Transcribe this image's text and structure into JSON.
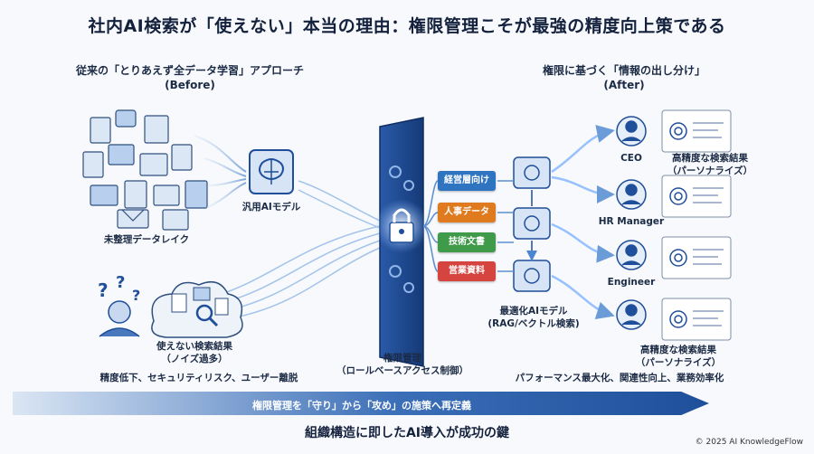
{
  "title": "社内AI検索が「使えない」本当の理由：権限管理こそが最強の精度向上策である",
  "before": {
    "heading_line1": "従来の「とりあえず全データ学習」アプローチ",
    "heading_line2": "(Before)",
    "lake_label": "未整理データレイク",
    "model_label": "汎用AIモデル",
    "result_line1": "使えない検索結果",
    "result_line2": "（ノイズ過多）",
    "issues": "精度低下、セキュリティリスク、ユーザー離脱"
  },
  "gate": {
    "label_line1": "権限管理",
    "label_line2": "（ロールベースアクセス制御）"
  },
  "categories": [
    {
      "label": "経営層向け",
      "color": "#2f74c0"
    },
    {
      "label": "人事データ",
      "color": "#e07a1f"
    },
    {
      "label": "技術文書",
      "color": "#3f9a4a"
    },
    {
      "label": "営業資料",
      "color": "#d6443f"
    }
  ],
  "optimized": {
    "line1": "最適化AIモデル",
    "line2": "(RAG/ベクトル検索)"
  },
  "after": {
    "heading_line1": "権限に基づく「情報の出し分け」",
    "heading_line2": "(After)",
    "roles": [
      "CEO",
      "HR Manager",
      "Engineer",
      ""
    ],
    "result_top_line1": "高精度な検索結果",
    "result_top_line2": "（パーソナライズ）",
    "result_bottom_line1": "高精度な検索結果",
    "result_bottom_line2": "（パーソナライズ）",
    "benefits": "パフォーマンス最大化、関連性向上、業務効率化"
  },
  "banner": "権限管理を「守り」から「攻め」の施策へ再定義",
  "footer": "組織構造に即したAI導入が成功の鍵",
  "copyright": "© 2025 AI KnowledgeFlow"
}
